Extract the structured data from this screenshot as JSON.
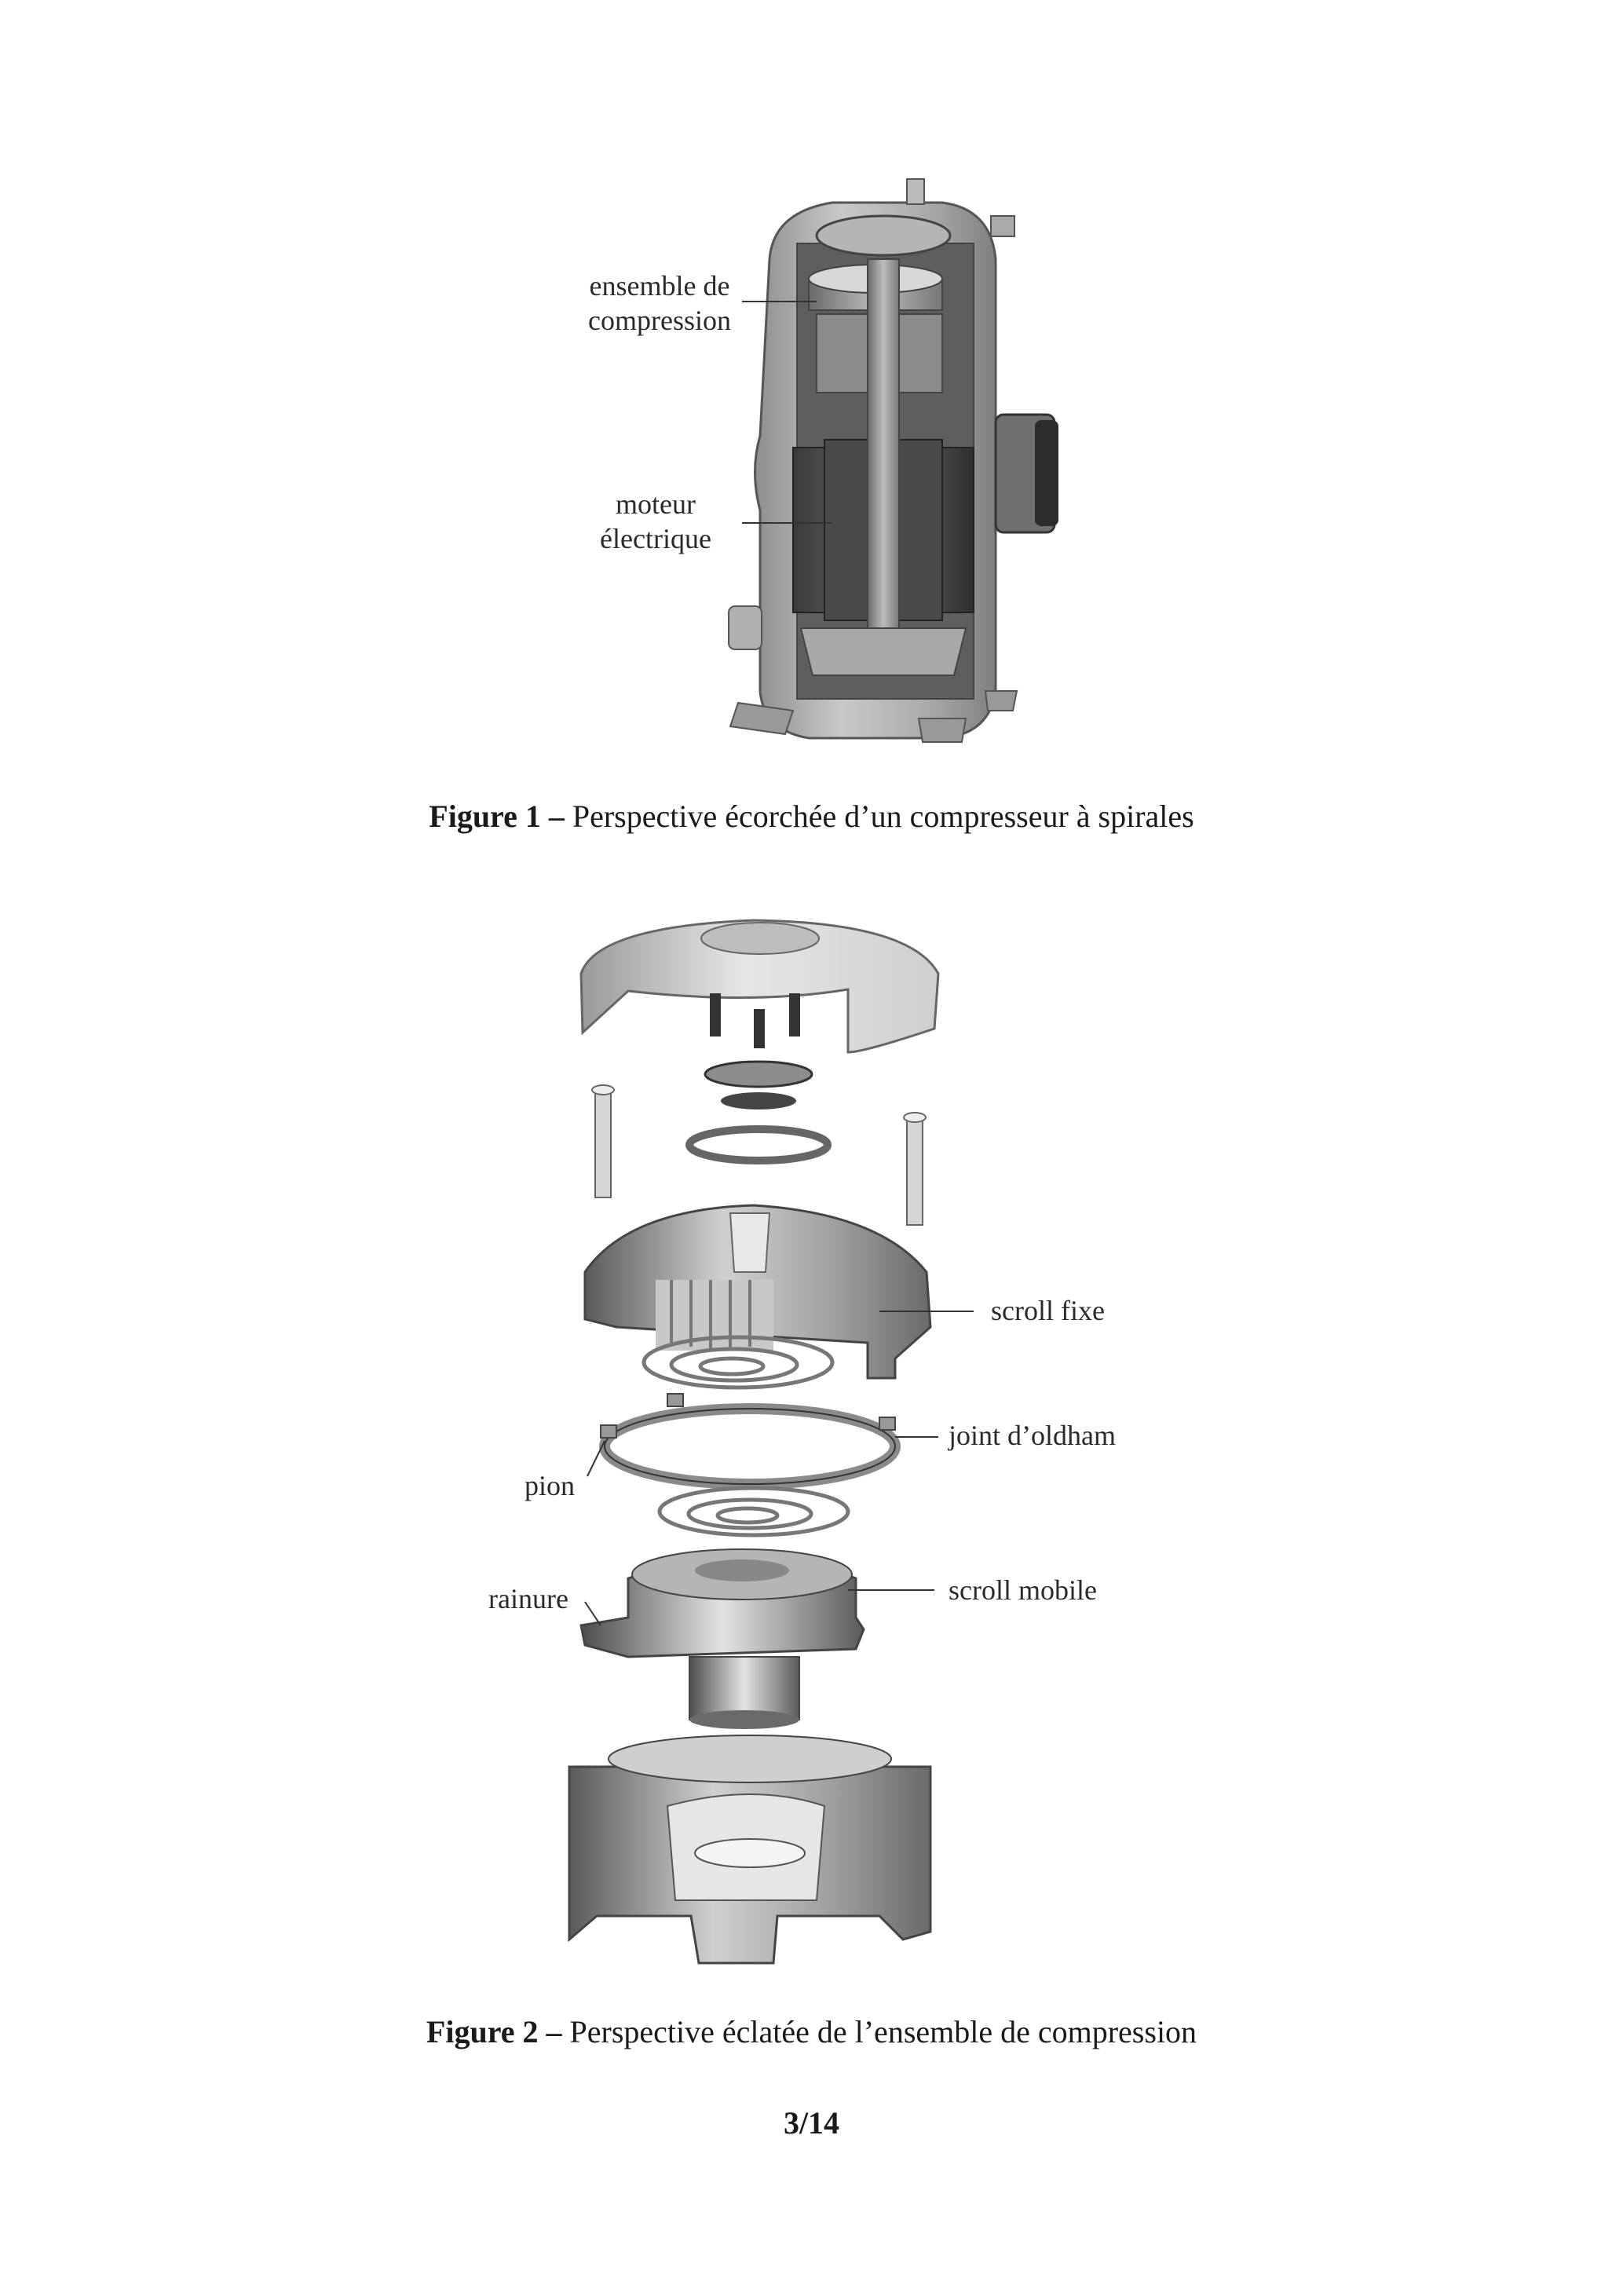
{
  "figure1": {
    "labels": {
      "compression_line1": "ensemble de",
      "compression_line2": "compression",
      "motor_line1": "moteur",
      "motor_line2": "électrique"
    },
    "caption_bold": "Figure 1 –",
    "caption_text": " Perspective écorchée d’un compresseur à spirales"
  },
  "figure2": {
    "labels": {
      "scroll_fixe": "scroll fixe",
      "joint_oldham": "joint d’oldham",
      "pion": "pion",
      "scroll_mobile": "scroll mobile",
      "rainure": "rainure"
    },
    "caption_bold": "Figure 2 –",
    "caption_text": " Perspective éclatée de l’ensemble de compression"
  },
  "page_number": "3/14"
}
